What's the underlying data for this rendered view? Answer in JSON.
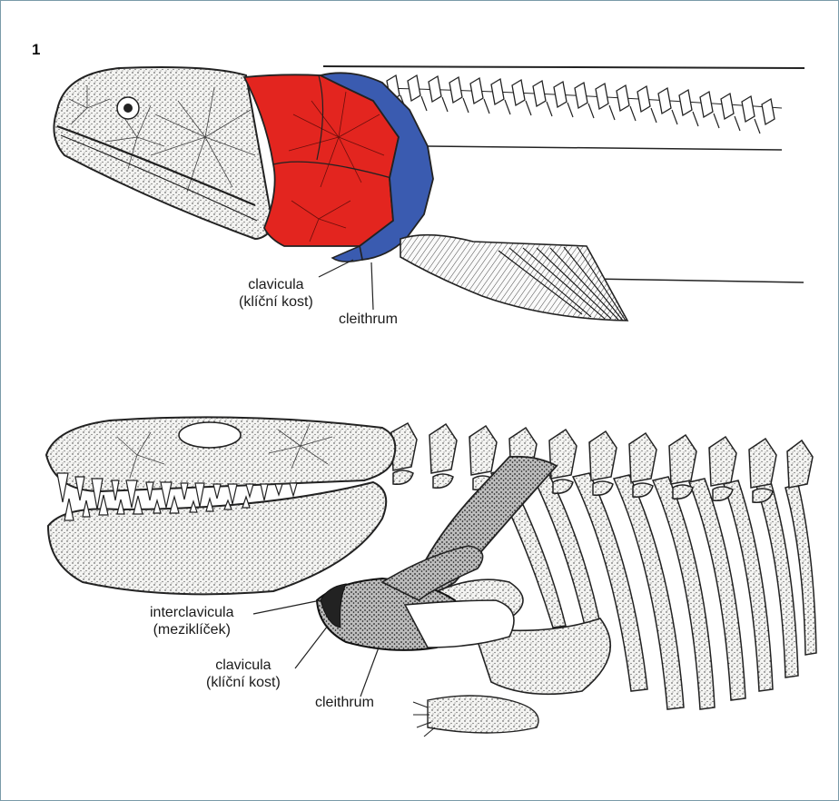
{
  "figure": {
    "number": "1",
    "top_illustration": {
      "labels": {
        "clavicula": "clavicula",
        "clavicula_cz": "(klíční kost)",
        "cleithrum": "cleithrum"
      },
      "colors": {
        "cleithrum_highlight": "#3a5bb0",
        "skull_bones_highlight": "#e3251f"
      }
    },
    "bottom_illustration": {
      "labels": {
        "interclavicula": "interclavicula",
        "interclavicula_cz": "(meziklíček)",
        "clavicula": "clavicula",
        "clavicula_cz": "(klíční kost)",
        "cleithrum": "cleithrum"
      }
    }
  }
}
